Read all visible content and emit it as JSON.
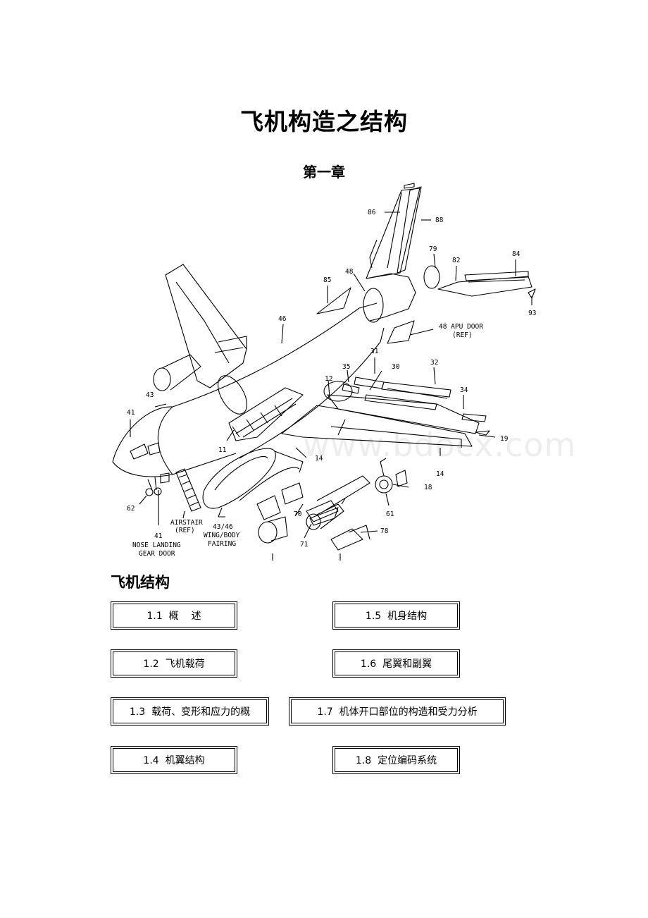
{
  "document": {
    "title": "飞机构造之结构",
    "chapter": "第一章",
    "section_heading": "飞机结构"
  },
  "figure": {
    "labels": {
      "l86": "86",
      "l88": "88",
      "l79": "79",
      "l82": "82",
      "l84": "84",
      "l93": "93",
      "l48": "48",
      "l85": "85",
      "l46": "46",
      "l48apu": "48 APU DOOR",
      "lref1": "(REF)",
      "l31": "31",
      "l30": "30",
      "l32": "32",
      "l35": "35",
      "l12": "12",
      "l34": "34",
      "l43": "43",
      "l41": "41",
      "l19": "19",
      "l11": "11",
      "l14a": "14",
      "l14b": "14",
      "l18": "18",
      "l62": "62",
      "l61": "61",
      "l70": "70",
      "l78": "78",
      "l71": "71",
      "airstair": "AIRSTAIR",
      "lref2": "(REF)",
      "fairing1": "43/46",
      "fairing2": "WING/BODY",
      "fairing3": "FAIRING",
      "l41b": "41",
      "nlg1": "NOSE LANDING",
      "nlg2": "GEAR DOOR"
    },
    "watermark": "www.bdocx.com"
  },
  "toc": {
    "items": [
      {
        "label": "1.1  概    述"
      },
      {
        "label": "1.2  飞机载荷"
      },
      {
        "label": "1.3  载荷、变形和应力的概"
      },
      {
        "label": "1.4  机翼结构"
      },
      {
        "label": "1.5  机身结构"
      },
      {
        "label": "1.6  尾翼和副翼"
      },
      {
        "label": "1.7  机体开口部位的构造和受力分析"
      },
      {
        "label": "1.8  定位编码系统"
      }
    ]
  }
}
